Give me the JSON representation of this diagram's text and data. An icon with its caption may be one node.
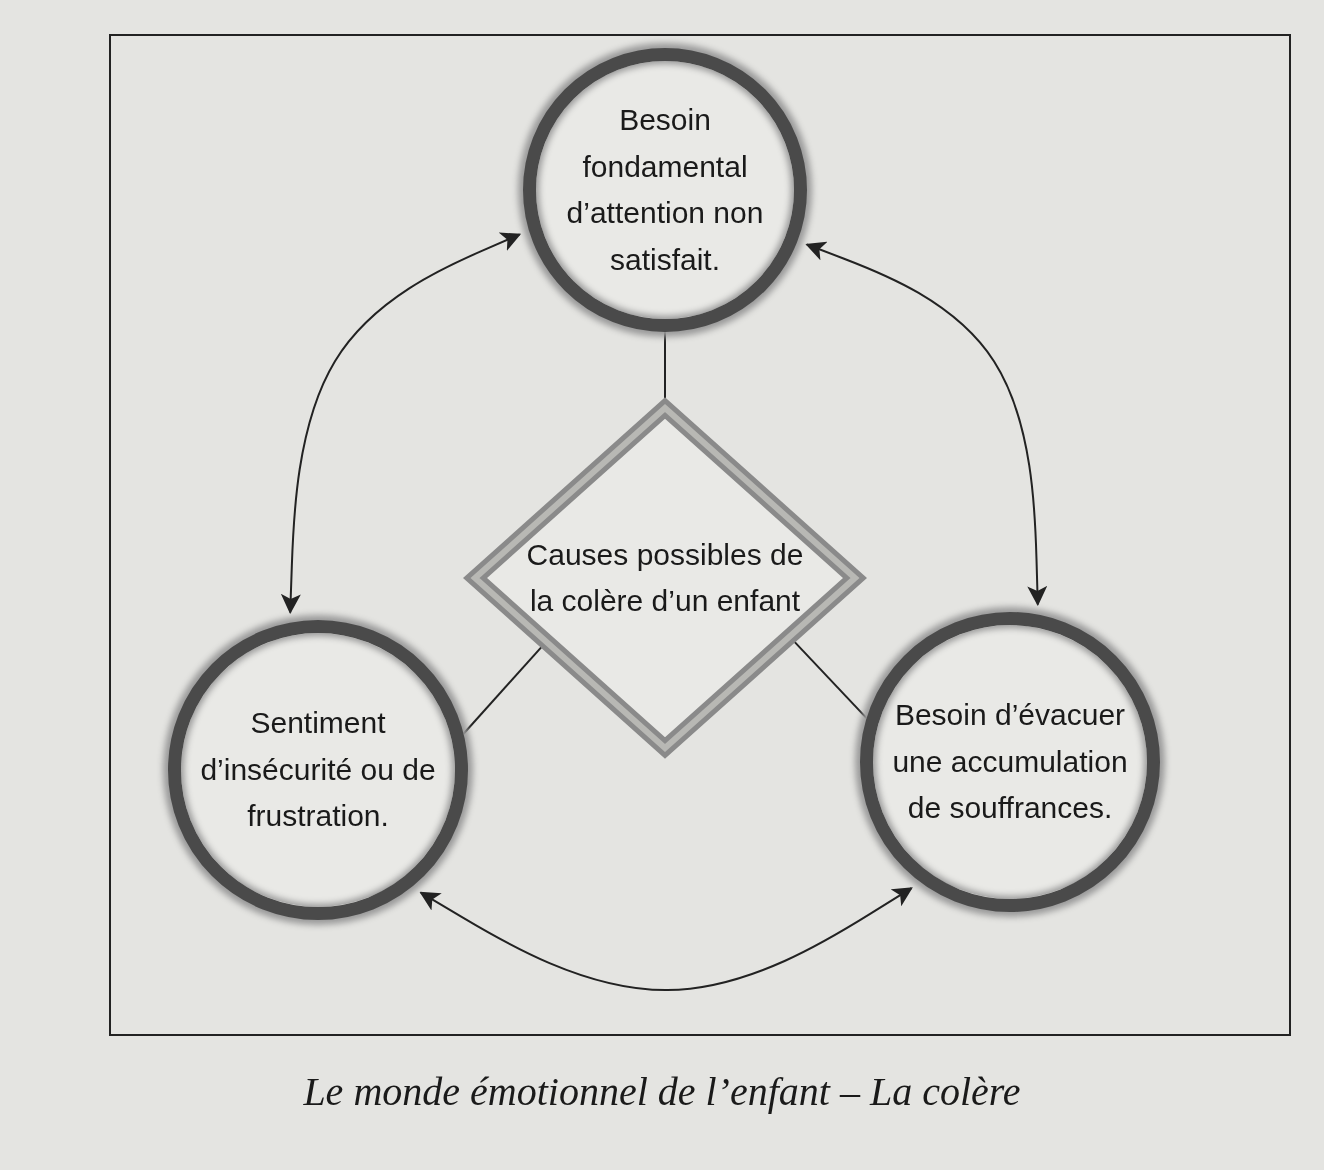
{
  "diagram": {
    "caption": "Le monde émotionnel de l’enfant – La colère",
    "nodes": [
      {
        "text": [
          "Besoin fondamental d’attention non satisfait."
        ]
      },
      {
        "text": [
          "Causes possibles de la colère d’un enfant"
        ]
      },
      {
        "text": [
          "Sentiment d’insécurité ou de frustration."
        ]
      },
      {
        "text": [
          "Besoin d’évacuer une accumulation de souffrances."
        ]
      }
    ],
    "edges": [
      {
        "from": 1,
        "to": 0,
        "arrow": "none"
      },
      {
        "from": 1,
        "to": 2,
        "arrow": "none"
      },
      {
        "from": 1,
        "to": 3,
        "arrow": "none"
      },
      {
        "from": 0,
        "to": 2,
        "arrow": "both"
      },
      {
        "from": 0,
        "to": 3,
        "arrow": "both"
      },
      {
        "from": 2,
        "to": 3,
        "arrow": "both"
      }
    ]
  }
}
